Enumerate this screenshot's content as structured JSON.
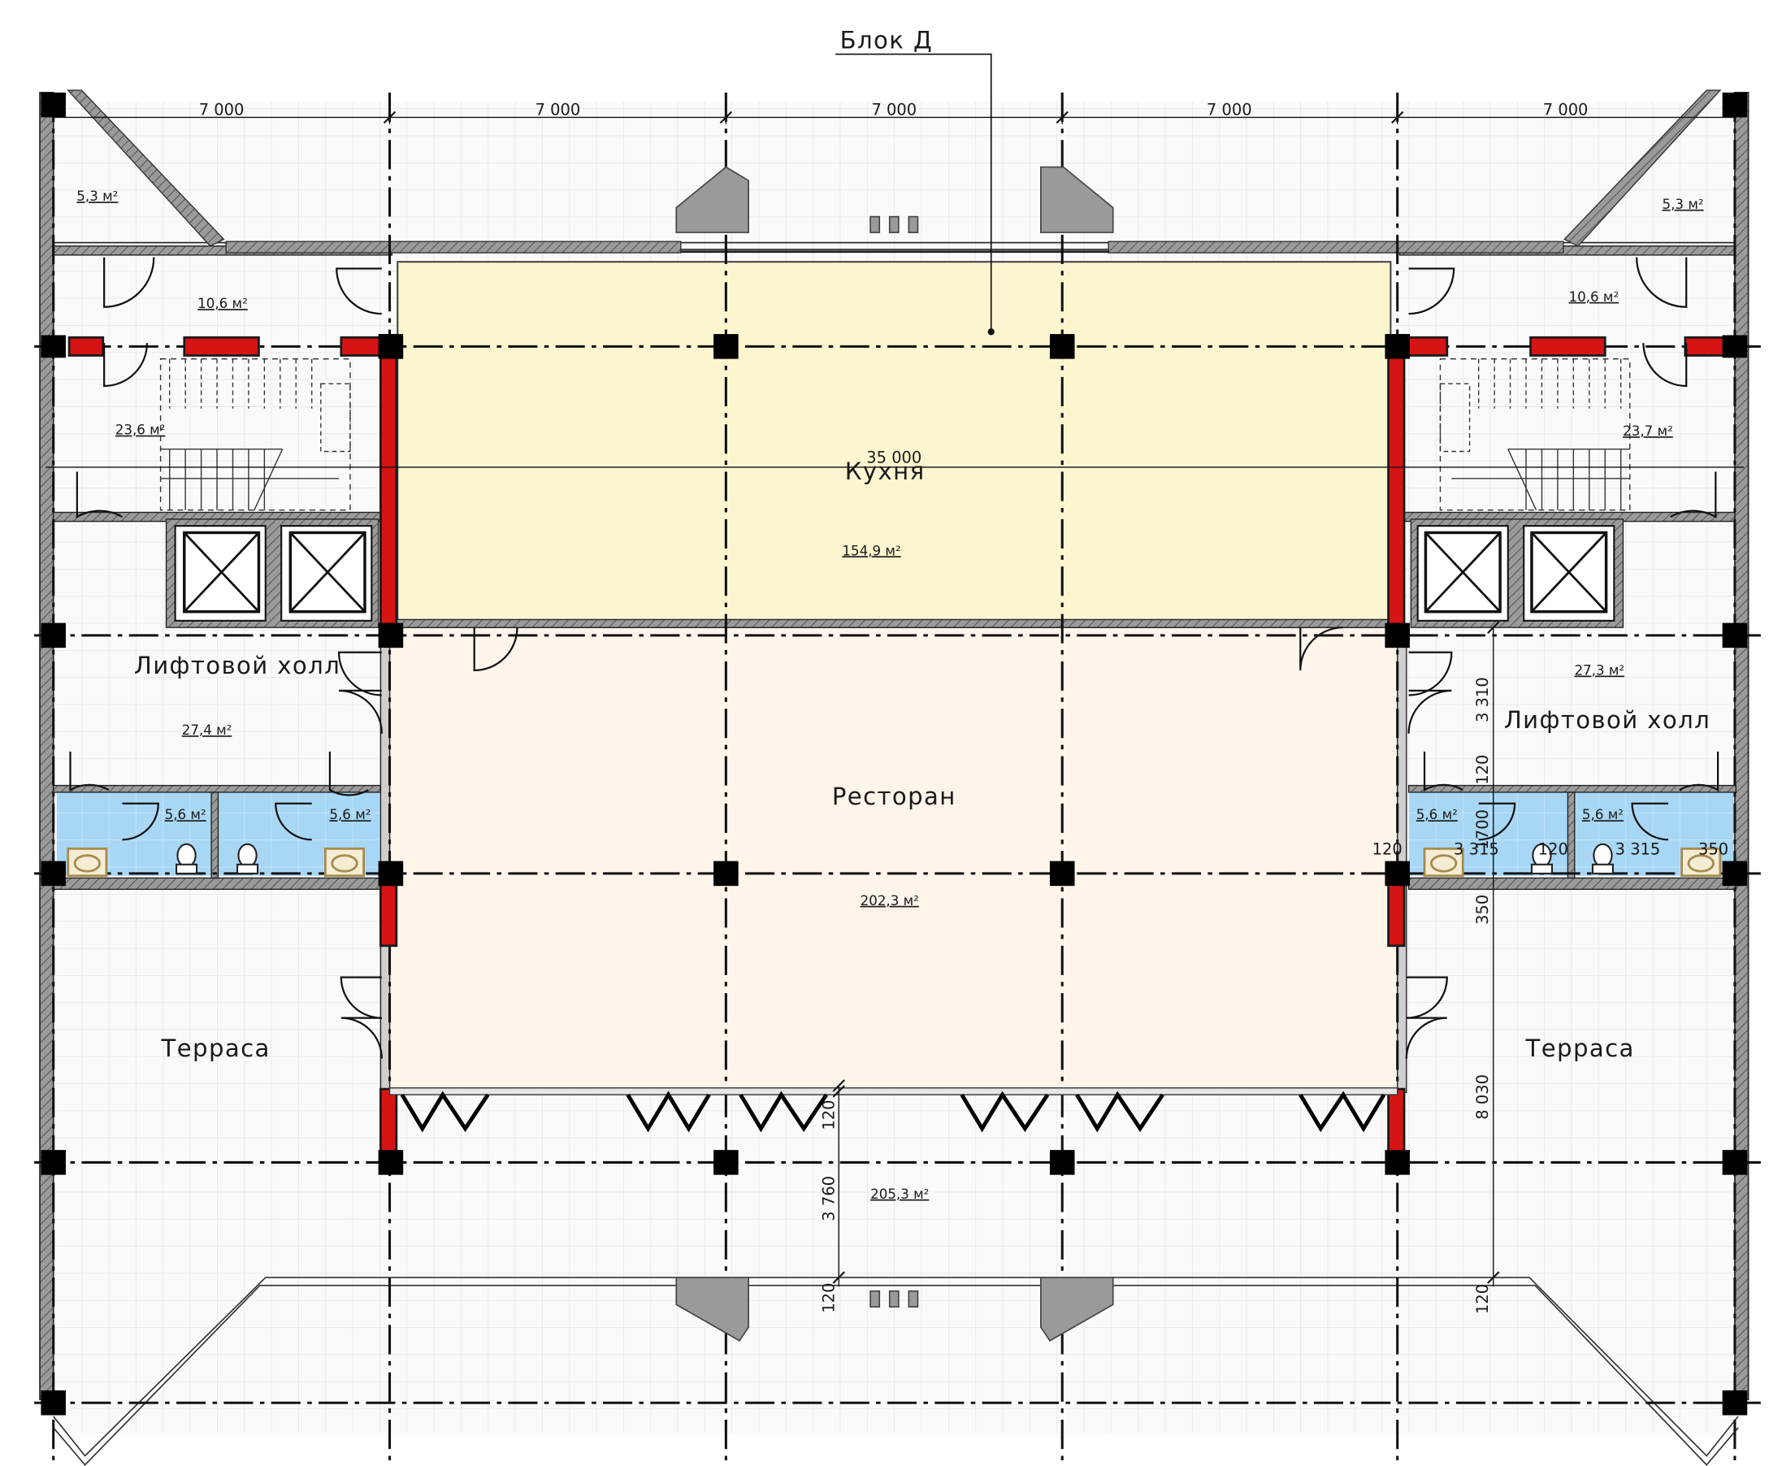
{
  "colors": {
    "kitchen_fill": "#fcf6d0",
    "restaurant_fill": "#fdf4ea",
    "wc_fill": "#a8d7f5",
    "grid_fill": "#fafafa",
    "grid_line": "#e4e4e4",
    "column": "#000000",
    "accent_wall": "#d61414",
    "wall_hatch": "#8c8c8c",
    "vent": "#9a9a9a"
  },
  "block_label": "Блок Д",
  "overall_dimension": "35 000",
  "top_dimensions": [
    "7 000",
    "7 000",
    "7 000",
    "7 000",
    "7 000"
  ],
  "rooms": {
    "kitchen": {
      "name": "Кухня",
      "area": "154,9 м²"
    },
    "restaurant": {
      "name": "Ресторан",
      "area": "202,3 м²"
    },
    "front_terrace": {
      "area": "205,3 м²"
    },
    "left": {
      "corner_area": "5,3 м²",
      "corridor_area": "10,6 м²",
      "stair_area": "23,6 м²",
      "hall_name": "Лифтовой холл",
      "hall_area": "27,4 м²",
      "wc1_area": "5,6 м²",
      "wc2_area": "5,6 м²",
      "terrace_name": "Терраса"
    },
    "right": {
      "corner_area": "5,3 м²",
      "corridor_area": "10,6 м²",
      "stair_area": "23,7 м²",
      "hall_name": "Лифтовой холл",
      "hall_area": "27,3 м²",
      "wc1_area": "5,6 м²",
      "wc2_area": "5,6 м²",
      "terrace_name": "Терраса"
    }
  },
  "right_vertical_dims": [
    "3 310",
    "120",
    "1700",
    "350",
    "8 030",
    "120"
  ],
  "right_wc_dims": [
    "120",
    "3 315",
    "120",
    "3 315",
    "350"
  ],
  "center_vertical_dims": [
    "120",
    "3 760",
    "120"
  ]
}
